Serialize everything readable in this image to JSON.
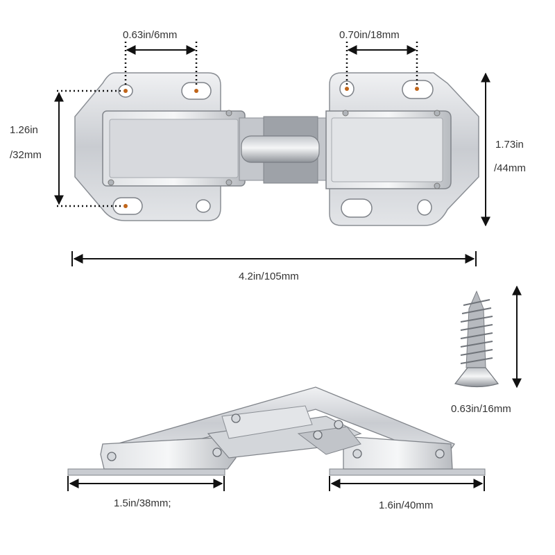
{
  "colors": {
    "accent_dots": "#c0651a",
    "lines": "#111111",
    "text": "#333333",
    "metal_light": "#e6e7ea",
    "metal_mid": "#b9bcc1",
    "metal_dark": "#8a8e94"
  },
  "labels": {
    "hole_spacing_left": "0.63in/6mm",
    "hole_spacing_right": "0.70in/18mm",
    "left_height_in": "1.26in",
    "left_height_mm": "/32mm",
    "right_height_in": "1.73in",
    "right_height_mm": "/44mm",
    "total_width": "4.2in/105mm",
    "screw_length": "0.63in/16mm",
    "left_plate_length": "1.5in/38mm;",
    "right_plate_length": "1.6in/40mm"
  }
}
